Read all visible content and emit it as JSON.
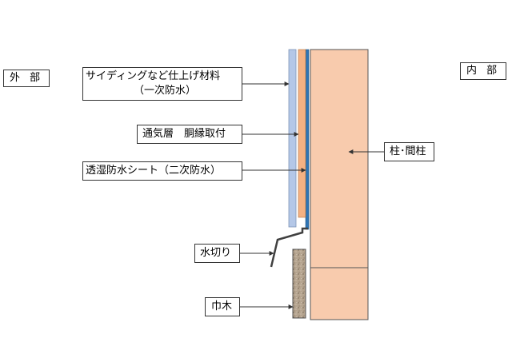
{
  "labels": {
    "outer": "外 部",
    "inner": "内 部",
    "siding_line1": "サイディングなど仕上げ材料",
    "siding_line2": "（一次防水）",
    "air_layer": "通気層　胴縁取付",
    "moisture_sheet": "透湿防水シート（二次防水）",
    "column": "柱･間柱",
    "flashing": "水切り",
    "baseboard": "巾木"
  },
  "colors": {
    "siding": "#b4c7e7",
    "furring": "#f4b183",
    "sheet": "#2e75b6",
    "column": "#f8cbad",
    "baseboard": "#a5947f",
    "line": "#333333"
  }
}
